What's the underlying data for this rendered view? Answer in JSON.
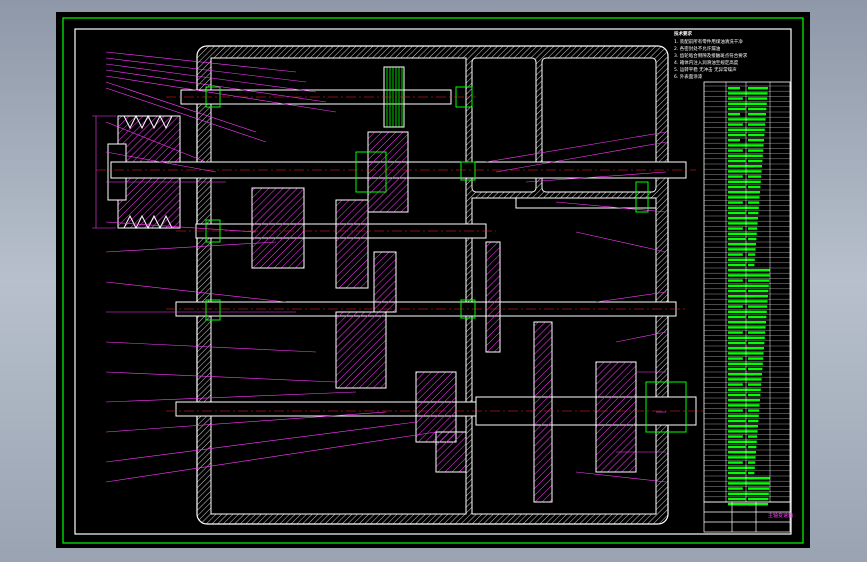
{
  "drawing": {
    "notes_heading": "技术要求",
    "notes": [
      "1. 装配前所有零件用煤油清洗干净",
      "2. 各密封处不允许漏油",
      "3. 齿轮啮合侧隙及接触斑点符合要求",
      "4. 箱体内注入润滑油至规定高度",
      "5. 运转平稳 无冲击 无异常噪声",
      "6. 外表面涂漆"
    ],
    "title_block_label": "主轴变速箱",
    "colors": {
      "background": "#000000",
      "outer_frame": "#00ff00",
      "inner_frame": "#ffffff",
      "outline": "#ffffff",
      "hatch": "#ff3bff",
      "dimension": "#ff3bff",
      "text": "#00ff00",
      "centerline": "#ff2020"
    }
  }
}
